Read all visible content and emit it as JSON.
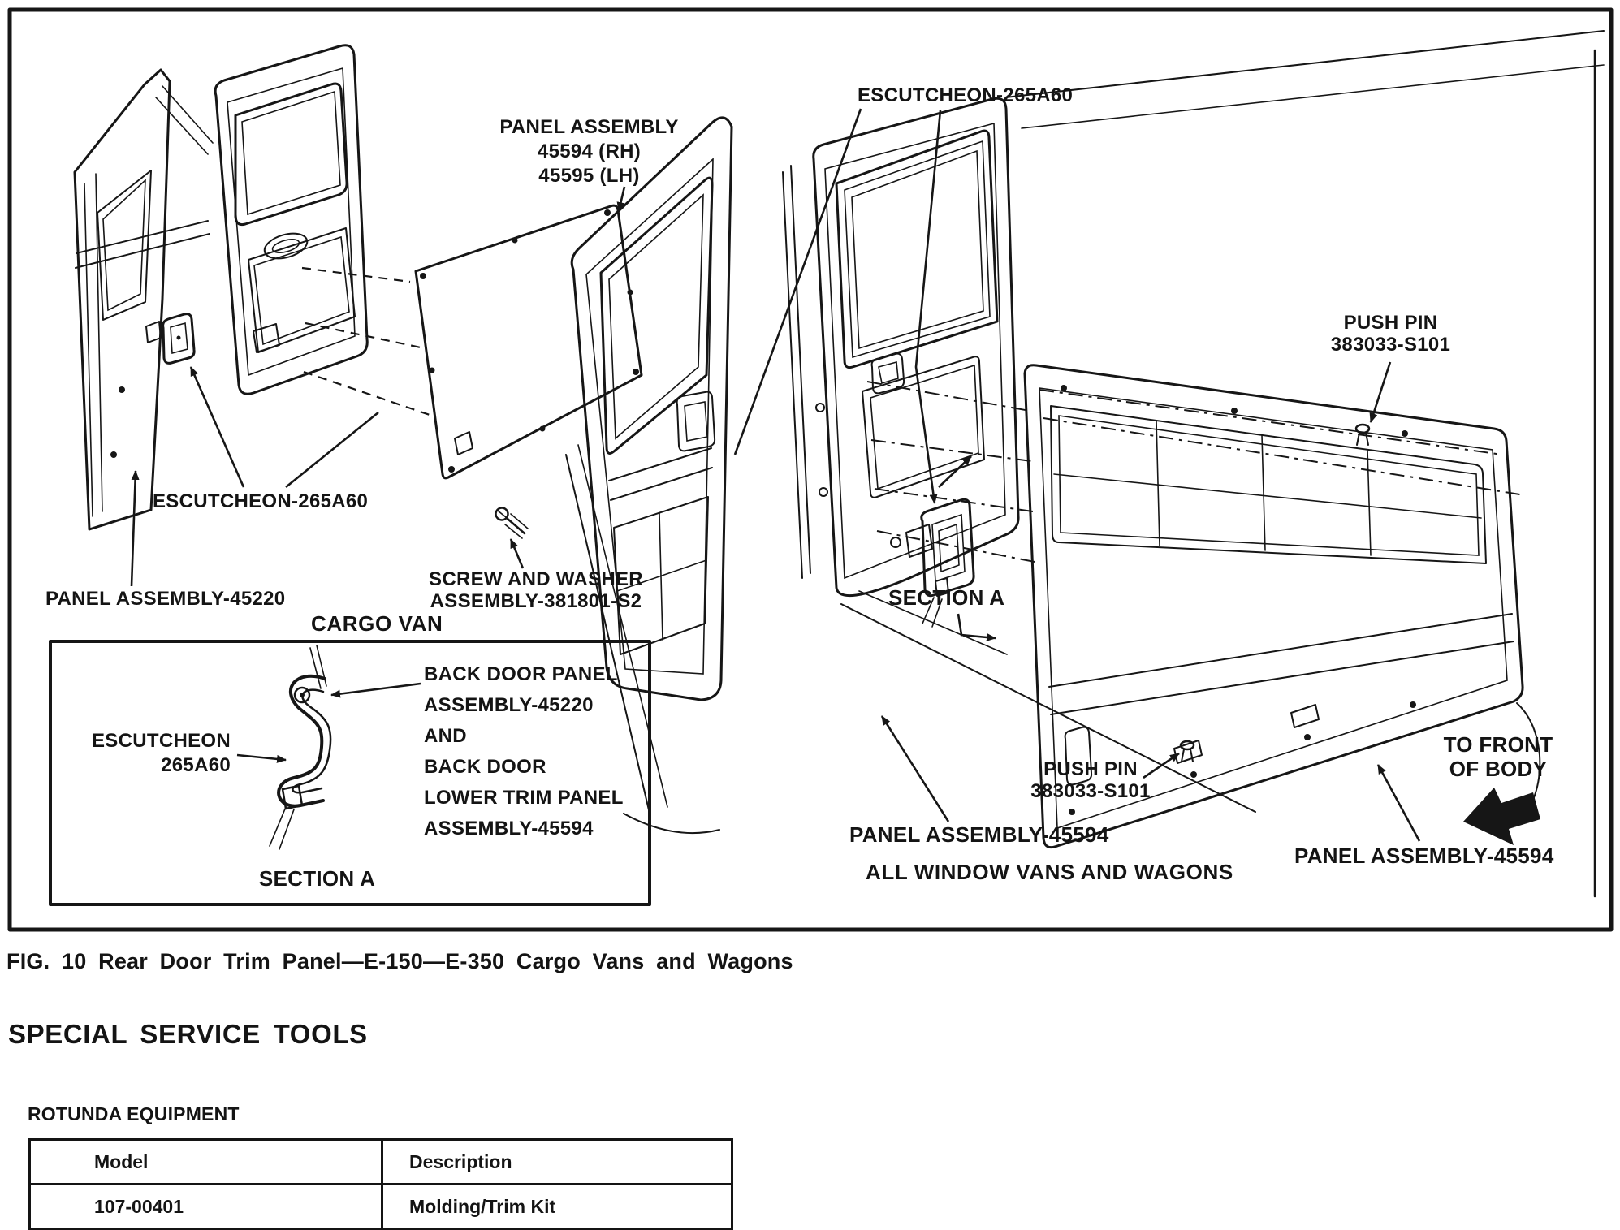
{
  "page": {
    "background": "#ffffff",
    "ink": "#161616"
  },
  "figure": {
    "caption": "FIG. 10 Rear Door Trim Panel—E-150—E-350 Cargo Vans and Wagons",
    "cargo_van_view": {
      "title": "CARGO VAN",
      "labels": {
        "panel_assembly": "PANEL ASSEMBLY\n45594 (RH)\n45595 (LH)",
        "escutcheon": "ESCUTCHEON-265A60",
        "panel_assembly_45220": "PANEL ASSEMBLY-45220",
        "screw_and_washer": "SCREW AND WASHER\nASSEMBLY-381801-S2"
      }
    },
    "section_a_inset": {
      "escutcheon": "ESCUTCHEON\n265A60",
      "back_door": "BACK DOOR PANEL\nASSEMBLY-45220\nAND\nBACK DOOR\nLOWER TRIM PANEL\nASSEMBLY-45594",
      "title": "SECTION A"
    },
    "window_van_view": {
      "title": "ALL WINDOW VANS AND WAGONS",
      "labels": {
        "escutcheon": "ESCUTCHEON-265A60",
        "push_pin_upper": "PUSH PIN\n383033-S101",
        "section_a": "SECTION A",
        "push_pin_lower": "PUSH PIN\n383033-S101",
        "panel_assembly_left": "PANEL ASSEMBLY-45594",
        "panel_assembly_right": "PANEL ASSEMBLY-45594",
        "to_front_of_body": "TO FRONT\nOF BODY"
      }
    }
  },
  "special_service_tools": {
    "heading": "SPECIAL SERVICE TOOLS",
    "rotunda_equipment": {
      "title": "ROTUNDA EQUIPMENT",
      "table": {
        "headers": [
          "Model",
          "Description"
        ],
        "rows": [
          [
            "107-00401",
            "Molding/Trim Kit"
          ]
        ]
      }
    }
  }
}
